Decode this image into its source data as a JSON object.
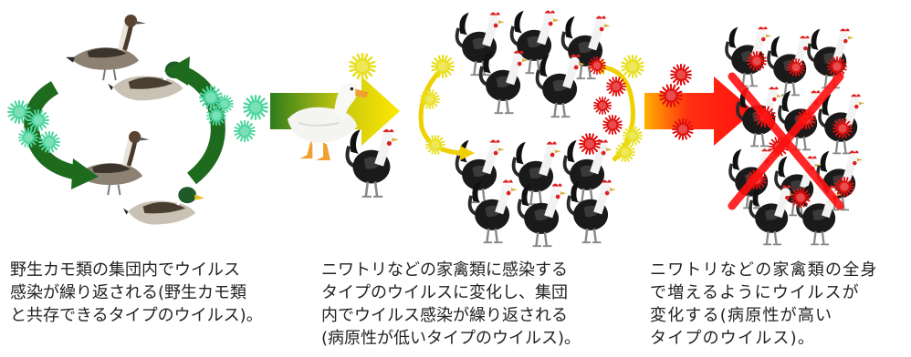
{
  "colors": {
    "virus_wild": "#4fd6a0",
    "virus_adapted": "#e8e020",
    "virus_pathogenic": "#e01010",
    "arrow_green": "#1e6b1e",
    "arrow_yellow": "#f0d000",
    "arrow_red": "#f01010",
    "cross": "#ff1010"
  },
  "stages": [
    {
      "caption": "野生カモ類の集団内でウイルス\n感染が繰り返される(野生カモ類\nと共存できるタイプのウイルス)。"
    },
    {
      "caption": "ニワトリなどの家禽類に感染する\nタイプのウイルスに変化し、集団\n内でウイルス感染が繰り返される\n(病原性が低いタイプのウイルス)。"
    },
    {
      "caption": "ニワトリなどの家禽類の全身\nで増えるようにウイルスが\n変化する(病原性が高い\nタイプのウイルス)。"
    }
  ]
}
